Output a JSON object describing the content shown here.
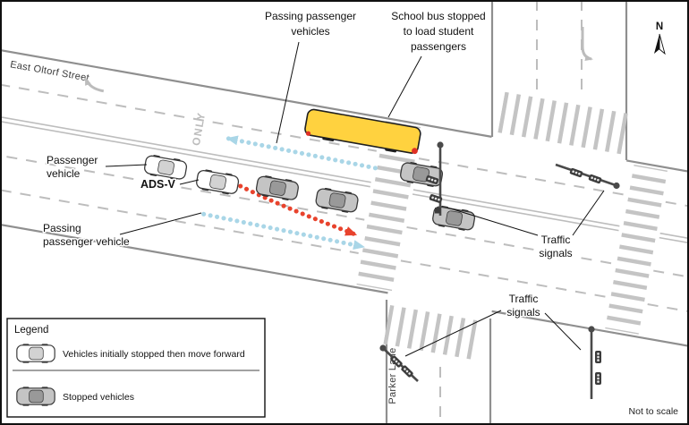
{
  "figure": {
    "streets": {
      "east_oltorf": "East Oltorf Street",
      "parker_lane": "Parker Lane"
    },
    "labels": {
      "passing_vehicles_line1": "Passing passenger",
      "passing_vehicles_line2": "vehicles",
      "school_bus_line1": "School bus stopped",
      "school_bus_line2": "to load student",
      "school_bus_line3": "passengers",
      "passenger_vehicle_line1": "Passenger",
      "passenger_vehicle_line2": "vehicle",
      "adsv": "ADS-V",
      "passing_vehicle_line1": "Passing",
      "passing_vehicle_line2": "passenger vehicle",
      "traffic_signals_line1": "Traffic",
      "traffic_signals_line2": "signals",
      "only_marking": "ONLY",
      "compass_north": "N",
      "not_to_scale": "Not to scale"
    },
    "legend": {
      "title": "Legend",
      "moving_item": "Vehicles initially stopped then move forward",
      "stopped_item": "Stopped vehicles"
    },
    "colors": {
      "school_bus_yellow": "#FFD23F",
      "ads_path_red": "#E8432D",
      "passing_path_blue": "#A9D6E7"
    }
  }
}
